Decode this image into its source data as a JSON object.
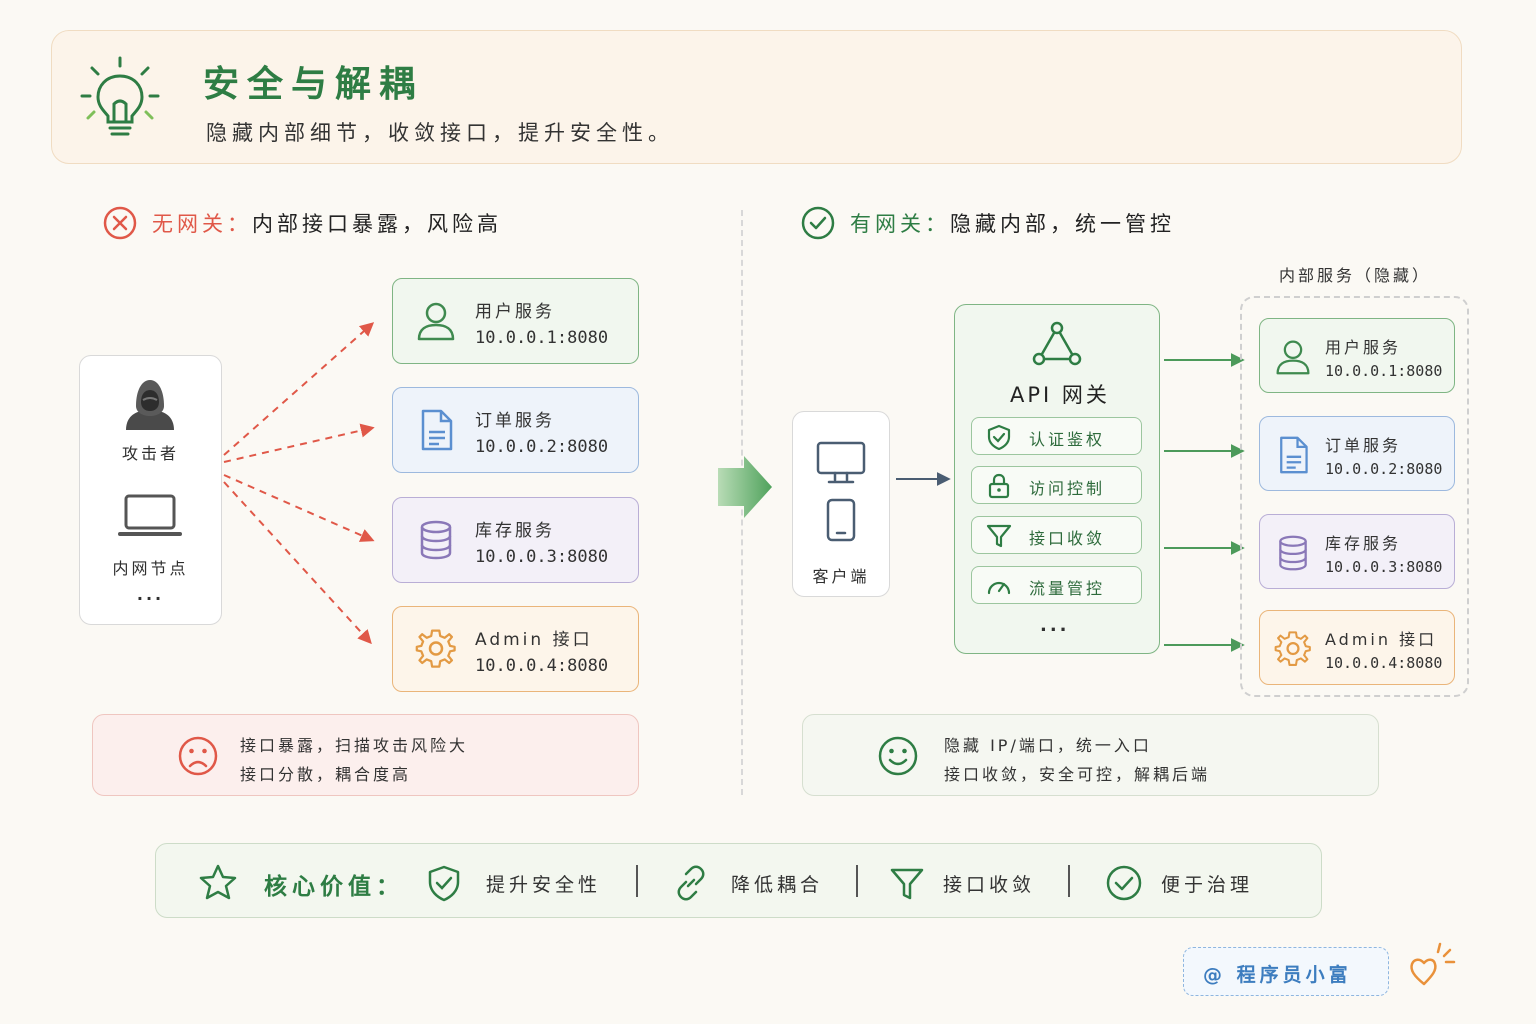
{
  "header": {
    "title": "安全与解耦",
    "subtitle": "隐藏内部细节，收敛接口，提升安全性。"
  },
  "left": {
    "heading_prefix": "无网关：",
    "heading_text": "内部接口暴露，风险高",
    "sources": [
      "攻击者",
      "内网节点",
      "..."
    ],
    "services": [
      {
        "name": "用户服务",
        "addr": "10.0.0.1:8080"
      },
      {
        "name": "订单服务",
        "addr": "10.0.0.2:8080"
      },
      {
        "name": "库存服务",
        "addr": "10.0.0.3:8080"
      },
      {
        "name": "Admin 接口",
        "addr": "10.0.0.4:8080"
      }
    ],
    "note": [
      "接口暴露，扫描攻击风险大",
      "接口分散，耦合度高"
    ]
  },
  "right": {
    "heading_prefix": "有网关：",
    "heading_text": "隐藏内部，统一管控",
    "client_label": "客户端",
    "gateway_title": "API 网关",
    "features": [
      "认证鉴权",
      "访问控制",
      "接口收敛",
      "流量管控"
    ],
    "features_more": "...",
    "hidden_label": "内部服务（隐藏）",
    "services": [
      {
        "name": "用户服务",
        "addr": "10.0.0.1:8080"
      },
      {
        "name": "订单服务",
        "addr": "10.0.0.2:8080"
      },
      {
        "name": "库存服务",
        "addr": "10.0.0.3:8080"
      },
      {
        "name": "Admin 接口",
        "addr": "10.0.0.4:8080"
      }
    ],
    "note": [
      "隐藏 IP/端口，统一入口",
      "接口收敛，安全可控，解耦后端"
    ]
  },
  "values": {
    "label": "核心价值：",
    "items": [
      "提升安全性",
      "降低耦合",
      "接口收敛",
      "便于治理"
    ]
  },
  "author": "@ 程序员小富",
  "colors": {
    "green": "#2e7d44",
    "red": "#e05848",
    "blue": "#5b8fd0",
    "purple": "#8a78b8",
    "orange": "#e39a44"
  },
  "icons": [
    "lightbulb-icon",
    "error-icon",
    "check-circle-icon",
    "hacker-icon",
    "laptop-icon",
    "user-icon",
    "document-icon",
    "database-icon",
    "gear-icon",
    "monitor-icon",
    "phone-icon",
    "network-icon",
    "shield-icon",
    "lock-icon",
    "filter-icon",
    "gauge-icon",
    "sad-face-icon",
    "smile-face-icon",
    "star-icon",
    "link-icon",
    "heart-icon"
  ]
}
